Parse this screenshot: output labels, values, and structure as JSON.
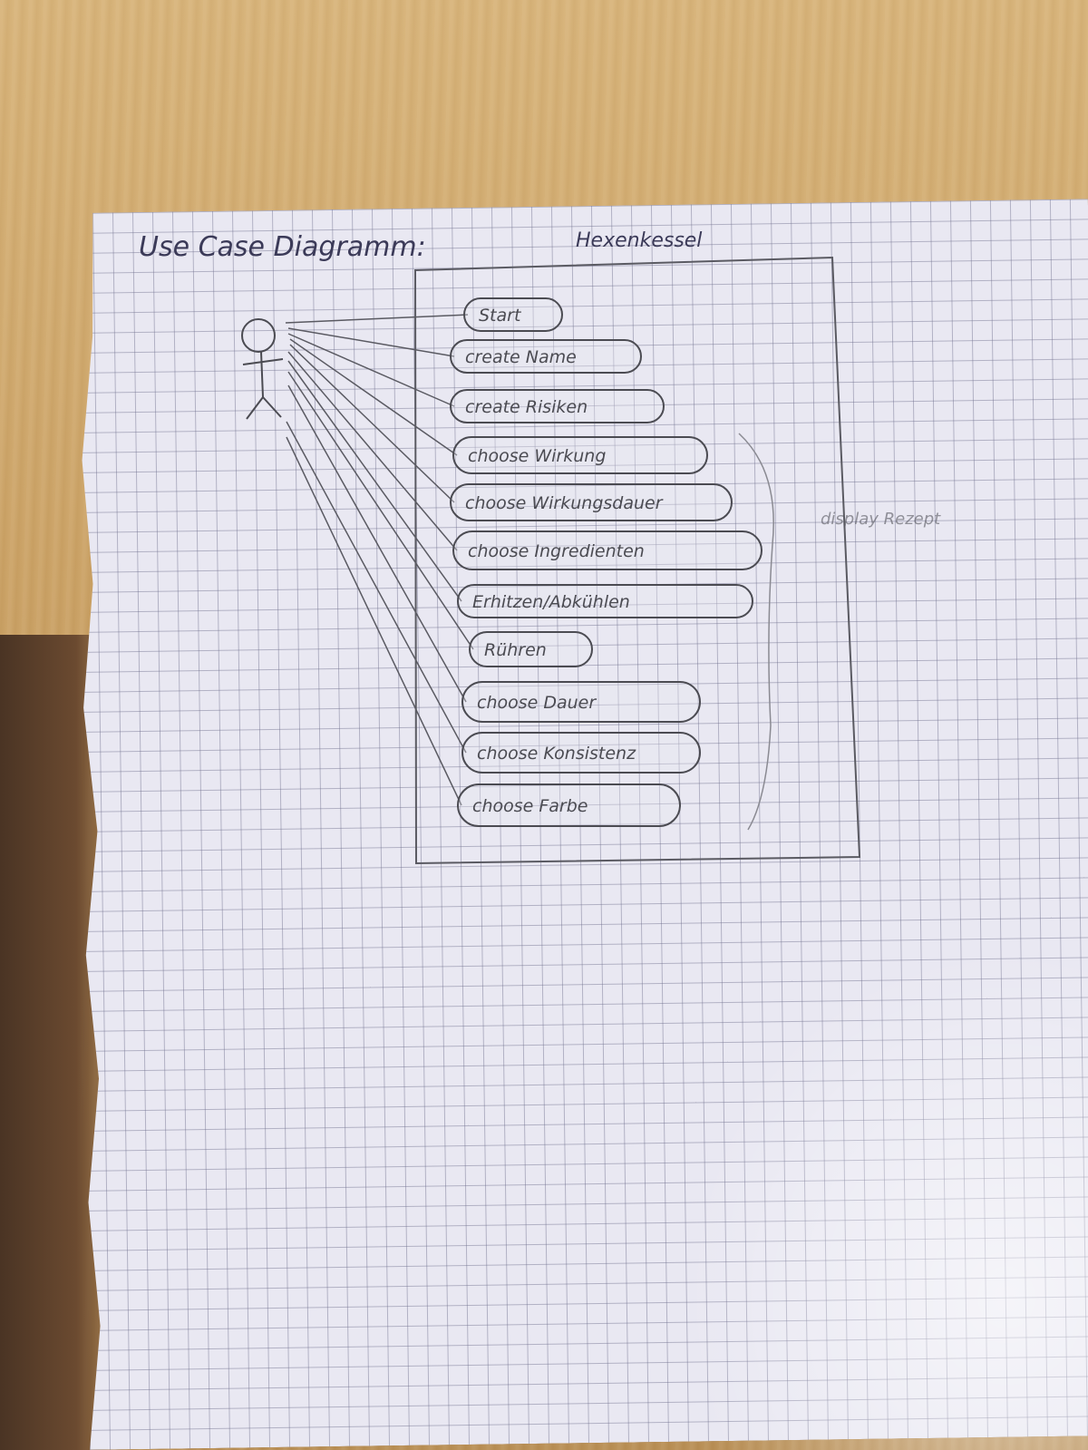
{
  "title": {
    "heading": "Use Case Diagramm:",
    "system_name": "Hexenkessel"
  },
  "use_cases": [
    {
      "label": "Start"
    },
    {
      "label": "create Name"
    },
    {
      "label": "create Risiken"
    },
    {
      "label": "choose Wirkung"
    },
    {
      "label": "choose Wirkungsdauer"
    },
    {
      "label": "choose Ingredienten"
    },
    {
      "label": "Erhitzen/Abkühlen"
    },
    {
      "label": "Rühren"
    },
    {
      "label": "choose Dauer"
    },
    {
      "label": "choose Konsistenz"
    },
    {
      "label": "choose Farbe"
    }
  ],
  "side_note": "display Rezept",
  "colors": {
    "ink": "#3b3a58",
    "pencil": "#55555e",
    "grid": "#6e6e8c",
    "paper": "#e9e8f2",
    "table": "#cba265"
  }
}
